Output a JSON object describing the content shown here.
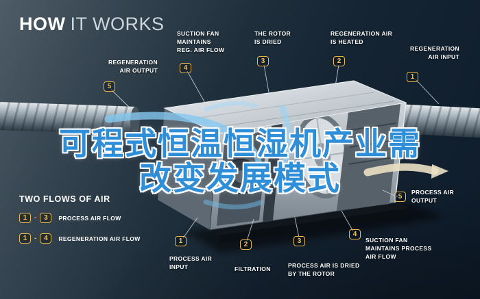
{
  "title": {
    "word_bold": "HOW",
    "word_light": "IT WORKS"
  },
  "watermark": {
    "line1": "可程式恒温恒湿机产业需",
    "line2": "改变发展模式",
    "color": "#2f8ed8"
  },
  "callouts": [
    {
      "num": "5",
      "label": "REGENERATION\nAIR OUTPUT"
    },
    {
      "num": "4",
      "label": "SUCTION FAN\nMAINTAINS\nREG. AIR FLOW"
    },
    {
      "num": "3",
      "label": "THE ROTOR\nIS DRIED"
    },
    {
      "num": "2",
      "label": "REGENERATION AIR\nIS HEATED"
    },
    {
      "num": "1",
      "label": "REGENERATION\nAIR INPUT"
    },
    {
      "num": "5",
      "label": "PROCESS AIR\nOUTPUT"
    },
    {
      "num": "4",
      "label": "SUCTION FAN\nMAINTAINS PROCESS\nAIR FLOW"
    },
    {
      "num": "3",
      "label": "PROCESS AIR IS DRIED\nBY THE ROTOR"
    },
    {
      "num": "2",
      "label": "FILTRATION"
    },
    {
      "num": "1",
      "label": "PROCESS AIR\nINPUT"
    }
  ],
  "legend": {
    "title": "TWO FLOWS OF AIR",
    "separator": "-",
    "rows": [
      {
        "from": "1",
        "to": "3",
        "label": "PROCESS AIR FLOW"
      },
      {
        "from": "1",
        "to": "4",
        "label": "REGENERATION AIR FLOW"
      }
    ]
  },
  "colors": {
    "badge_gold": "#edba4b",
    "background_navy": "#16242f",
    "flow_blue": "#86c8f0",
    "flow_cream": "#ece0c4"
  }
}
